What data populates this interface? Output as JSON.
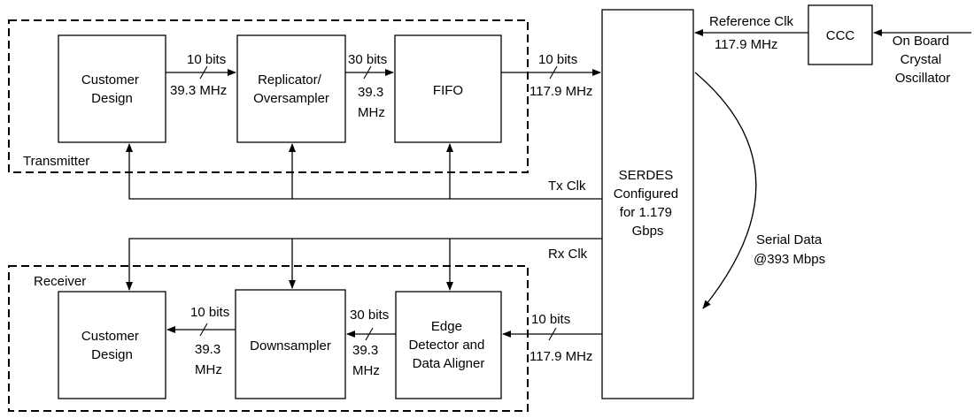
{
  "groups": {
    "transmitter": "Transmitter",
    "receiver": "Receiver"
  },
  "blocks": {
    "tx_customer": [
      "Customer",
      "Design"
    ],
    "replicator": [
      "Replicator/",
      "Oversampler"
    ],
    "fifo": [
      "FIFO"
    ],
    "serdes": [
      "SERDES",
      "Configured",
      "for 1.179",
      "Gbps"
    ],
    "ccc": [
      "CCC"
    ],
    "rx_customer": [
      "Customer",
      "Design"
    ],
    "downsampler": [
      "Downsampler"
    ],
    "edge_detector": [
      "Edge",
      "Detector and",
      "Data Aligner"
    ]
  },
  "links": {
    "tx_cust_to_rep": {
      "bits": "10 bits",
      "freq": [
        "39.3 MHz"
      ]
    },
    "rep_to_fifo": {
      "bits": "30 bits",
      "freq": [
        "39.3",
        "MHz"
      ]
    },
    "fifo_to_serdes": {
      "bits": "10 bits",
      "freq": [
        "117.9 MHz"
      ]
    },
    "serdes_to_edge": {
      "bits": "10 bits",
      "freq": [
        "117.9 MHz"
      ]
    },
    "edge_to_down": {
      "bits": "30 bits",
      "freq": [
        "39.3",
        "MHz"
      ]
    },
    "down_to_rx_cust": {
      "bits": "10 bits",
      "freq": [
        "39.3",
        "MHz"
      ]
    }
  },
  "clocks": {
    "tx": "Tx Clk",
    "rx": "Rx Clk",
    "reference": "Reference Clk",
    "reference_freq": "117.9 MHz",
    "oscillator": [
      "On Board",
      "Crystal",
      "Oscillator"
    ]
  },
  "serial_data": [
    "Serial Data",
    "@393 Mbps"
  ]
}
